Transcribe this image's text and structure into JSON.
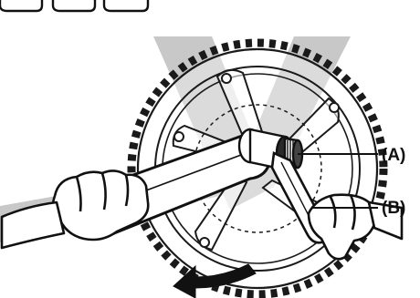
{
  "callouts": [
    {
      "id": "A",
      "label": "(A)",
      "target": "hollowtech-cap-socket"
    },
    {
      "id": "B",
      "label": "(B)",
      "target": "cap-wrench-handle"
    }
  ],
  "colors": {
    "ink": "#111111",
    "ghost_frame": "#c7c7c7",
    "hand_fill": "#ffffff",
    "arrow_fill": "#111111"
  },
  "icons": [
    "crank-arm-icon",
    "chainring-icon",
    "wrench-icon",
    "rotation-arrow-icon",
    "hand-icon"
  ]
}
